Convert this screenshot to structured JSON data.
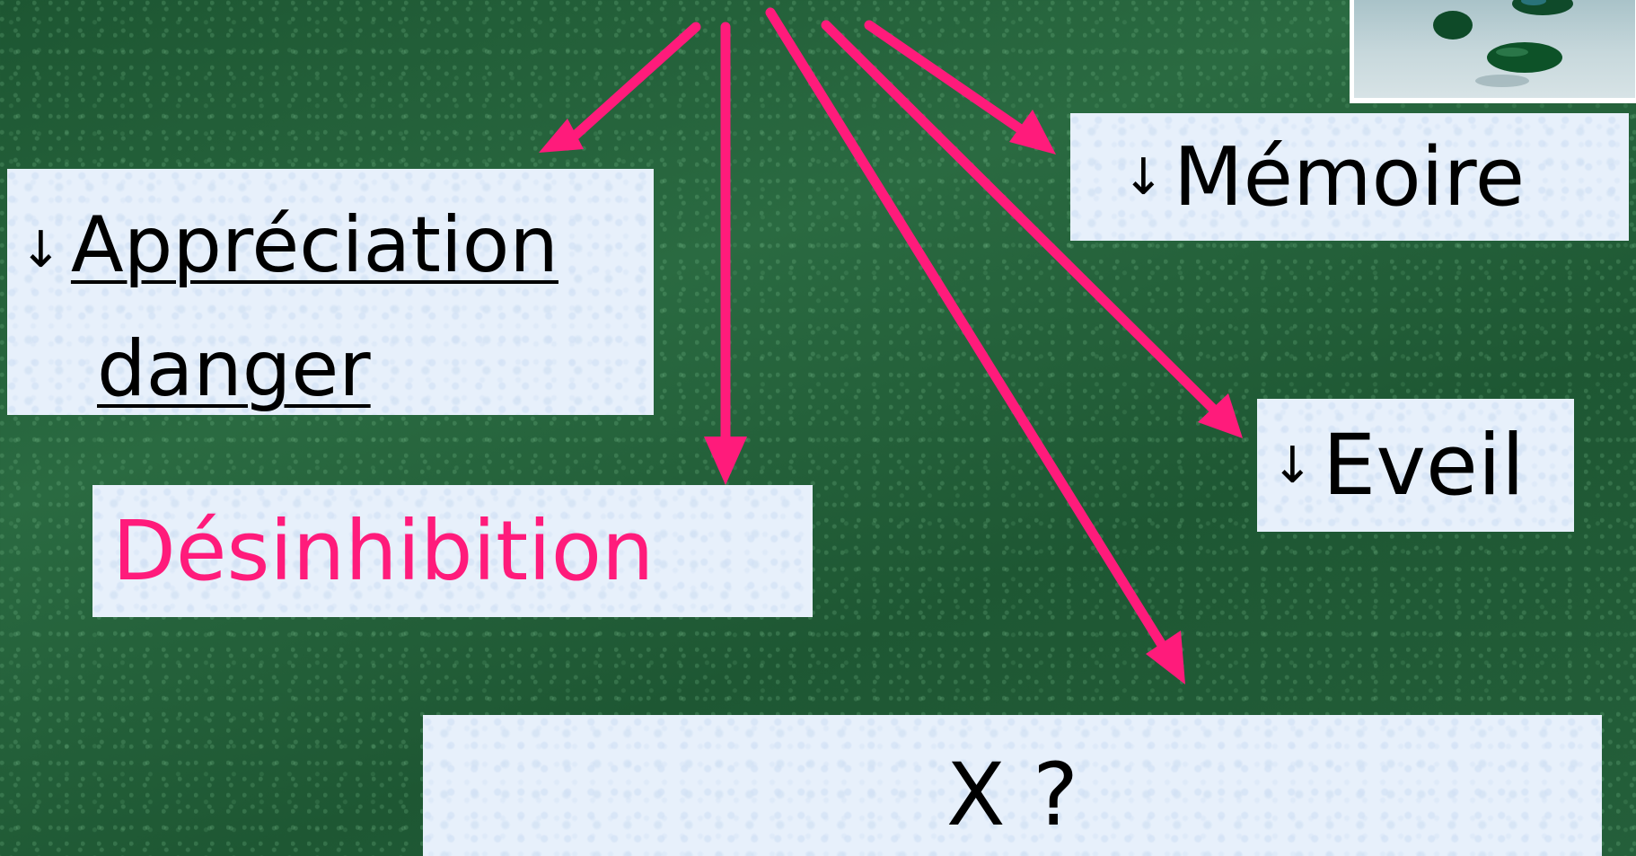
{
  "diagram": {
    "arrow_color": "#ff1b7b",
    "background_color": "#1f5a34",
    "box_color": "#e7f0fb",
    "appreciation": {
      "arrow": "↓",
      "line1": "Appréciation",
      "line2": "danger"
    },
    "memoire": {
      "arrow": "↓",
      "label": "Mémoire"
    },
    "desinhibition": {
      "label": "Désinhibition",
      "color": "#ff1b7b"
    },
    "eveil": {
      "arrow": "↓",
      "label": "Eveil"
    },
    "unknown": {
      "label": "X ?"
    },
    "photo": {
      "subject": "green capsules"
    }
  }
}
